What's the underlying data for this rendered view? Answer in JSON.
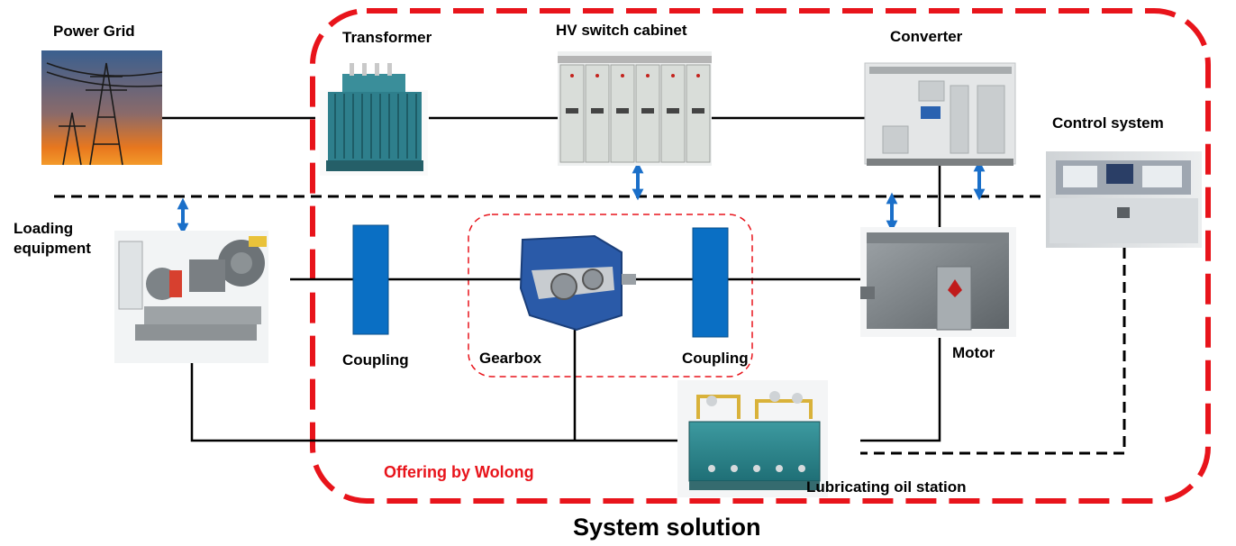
{
  "colors": {
    "accent_red": "#e8141b",
    "coupling_blue": "#0a6fc4",
    "arrow_blue": "#1a6fc9",
    "line_black": "#000000"
  },
  "components": {
    "power_grid": {
      "label": "Power Grid",
      "icon": "power-pylon-icon"
    },
    "transformer": {
      "label": "Transformer",
      "icon": "transformer-icon"
    },
    "hv_switch": {
      "label": "HV switch cabinet",
      "icon": "switch-cabinet-icon"
    },
    "converter": {
      "label": "Converter",
      "icon": "converter-cabinet-icon"
    },
    "control_system": {
      "label": "Control system",
      "icon": "control-console-icon"
    },
    "loading_equipment": {
      "label": "Loading equipment",
      "icon": "loading-machine-icon"
    },
    "coupling_left": {
      "label": "Coupling"
    },
    "gearbox": {
      "label": "Gearbox",
      "icon": "gearbox-icon"
    },
    "coupling_right": {
      "label": "Coupling"
    },
    "motor": {
      "label": "Motor",
      "icon": "motor-icon"
    },
    "lube_station": {
      "label": "Lubricating oil station",
      "icon": "oil-station-icon"
    }
  },
  "offering_label": "Offering by Wolong",
  "caption": "System solution"
}
